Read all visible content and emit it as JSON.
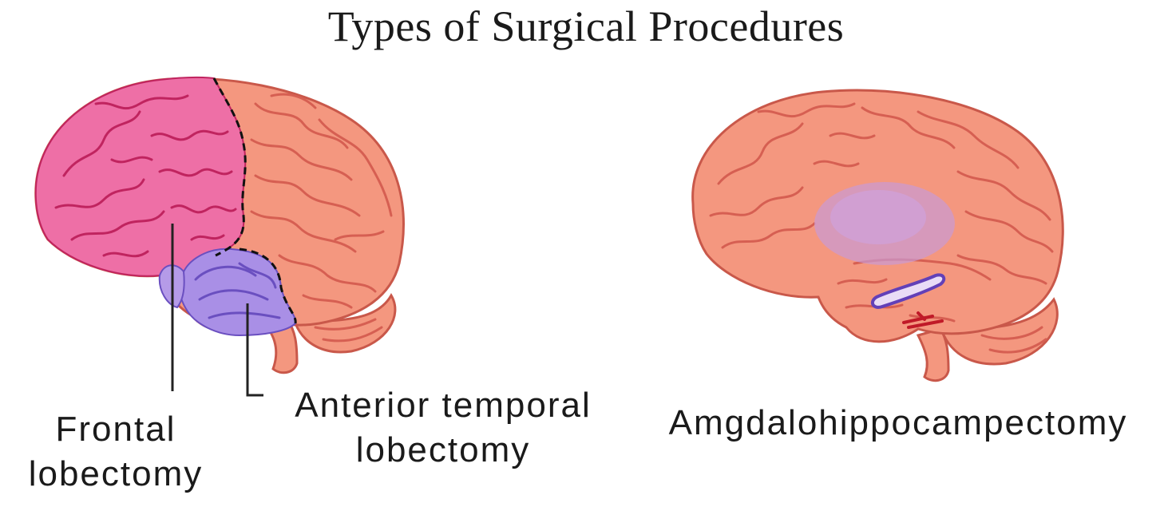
{
  "title": "Types of Surgical Procedures",
  "labels": {
    "frontal": [
      "Frontal",
      "lobectomy"
    ],
    "temporal": [
      "Anterior temporal",
      "lobectomy"
    ],
    "amygdalo": "Amgdalohippocampectomy"
  },
  "colors": {
    "brain": "#f4977f",
    "brain_outline": "#c9584a",
    "gyri": "#d65f52",
    "frontal_region": "#ee6fa6",
    "frontal_gyri": "#c0245f",
    "temporal_region": "#a98fe6",
    "temporal_gyri": "#6a4fc0",
    "deep_region": "#c99ad4",
    "incision": "#6240b8",
    "cut_marks": "#c01a28"
  }
}
